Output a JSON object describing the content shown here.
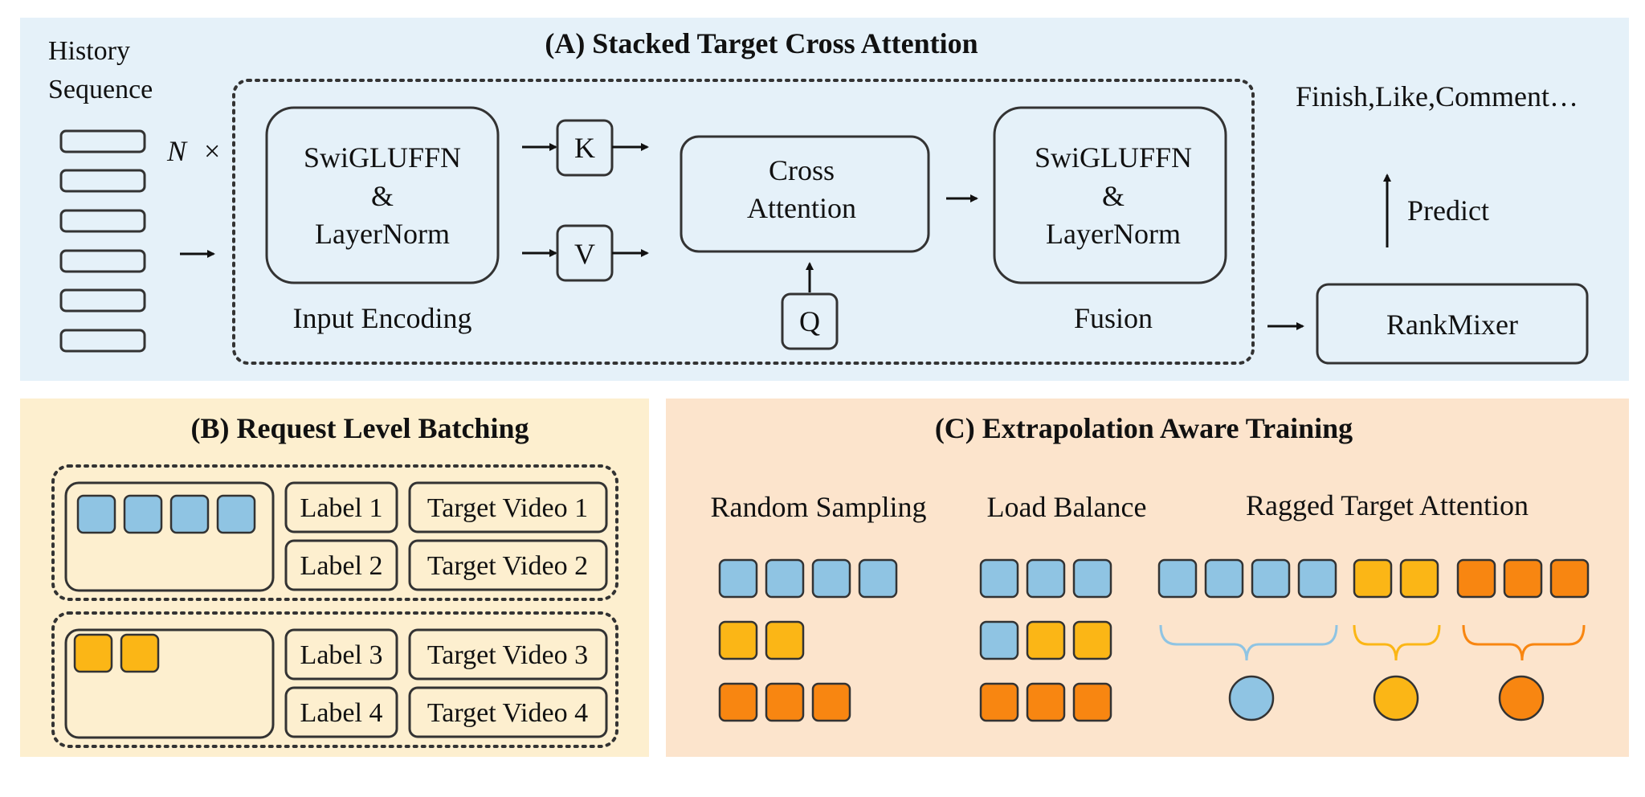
{
  "colors": {
    "panel_a": "#E5F1F9",
    "panel_b": "#FDEFCF",
    "panel_c": "#FCE4CC",
    "box_stroke": "#333333",
    "blue": "#8FC4E3",
    "yellow": "#FBB616",
    "orange": "#F88611"
  },
  "panel_a": {
    "title": "(A) Stacked Target Cross Attention",
    "history_line1": "History",
    "history_line2": "Sequence",
    "n_label": "N",
    "times": "×",
    "encoder_line1": "SwiGLUFFN",
    "encoder_line2": "&",
    "encoder_line3": "LayerNorm",
    "input_encoding": "Input Encoding",
    "k": "K",
    "v": "V",
    "q": "Q",
    "cross_line1": "Cross",
    "cross_line2": "Attention",
    "fusion_line1": "SwiGLUFFN",
    "fusion_line2": "&",
    "fusion_line3": "LayerNorm",
    "fusion": "Fusion",
    "targets": "Finish,Like,Comment…",
    "predict": "Predict",
    "rankmixer": "RankMixer"
  },
  "panel_b": {
    "title": "(B) Request Level Batching",
    "groups": [
      {
        "color": "blue",
        "count": 4,
        "labels": [
          "Label 1",
          "Label 2"
        ],
        "targets": [
          "Target Video 1",
          "Target Video 2"
        ]
      },
      {
        "color": "yellow",
        "count": 2,
        "labels": [
          "Label 3",
          "Label 4"
        ],
        "targets": [
          "Target Video 3",
          "Target Video 4"
        ]
      }
    ]
  },
  "panel_c": {
    "title": "(C) Extrapolation Aware Training",
    "random_sampling": "Random Sampling",
    "load_balance": "Load Balance",
    "ragged": "Ragged Target Attention",
    "random_rows": [
      [
        "blue",
        "blue",
        "blue",
        "blue"
      ],
      [
        "yellow",
        "yellow"
      ],
      [
        "orange",
        "orange",
        "orange"
      ]
    ],
    "balance_rows": [
      [
        "blue",
        "blue",
        "blue"
      ],
      [
        "blue",
        "yellow",
        "yellow"
      ],
      [
        "orange",
        "orange",
        "orange"
      ]
    ],
    "ragged_row": [
      "blue",
      "blue",
      "blue",
      "blue",
      "yellow",
      "yellow",
      "orange",
      "orange",
      "orange"
    ],
    "circles": [
      "blue",
      "yellow",
      "orange"
    ]
  }
}
